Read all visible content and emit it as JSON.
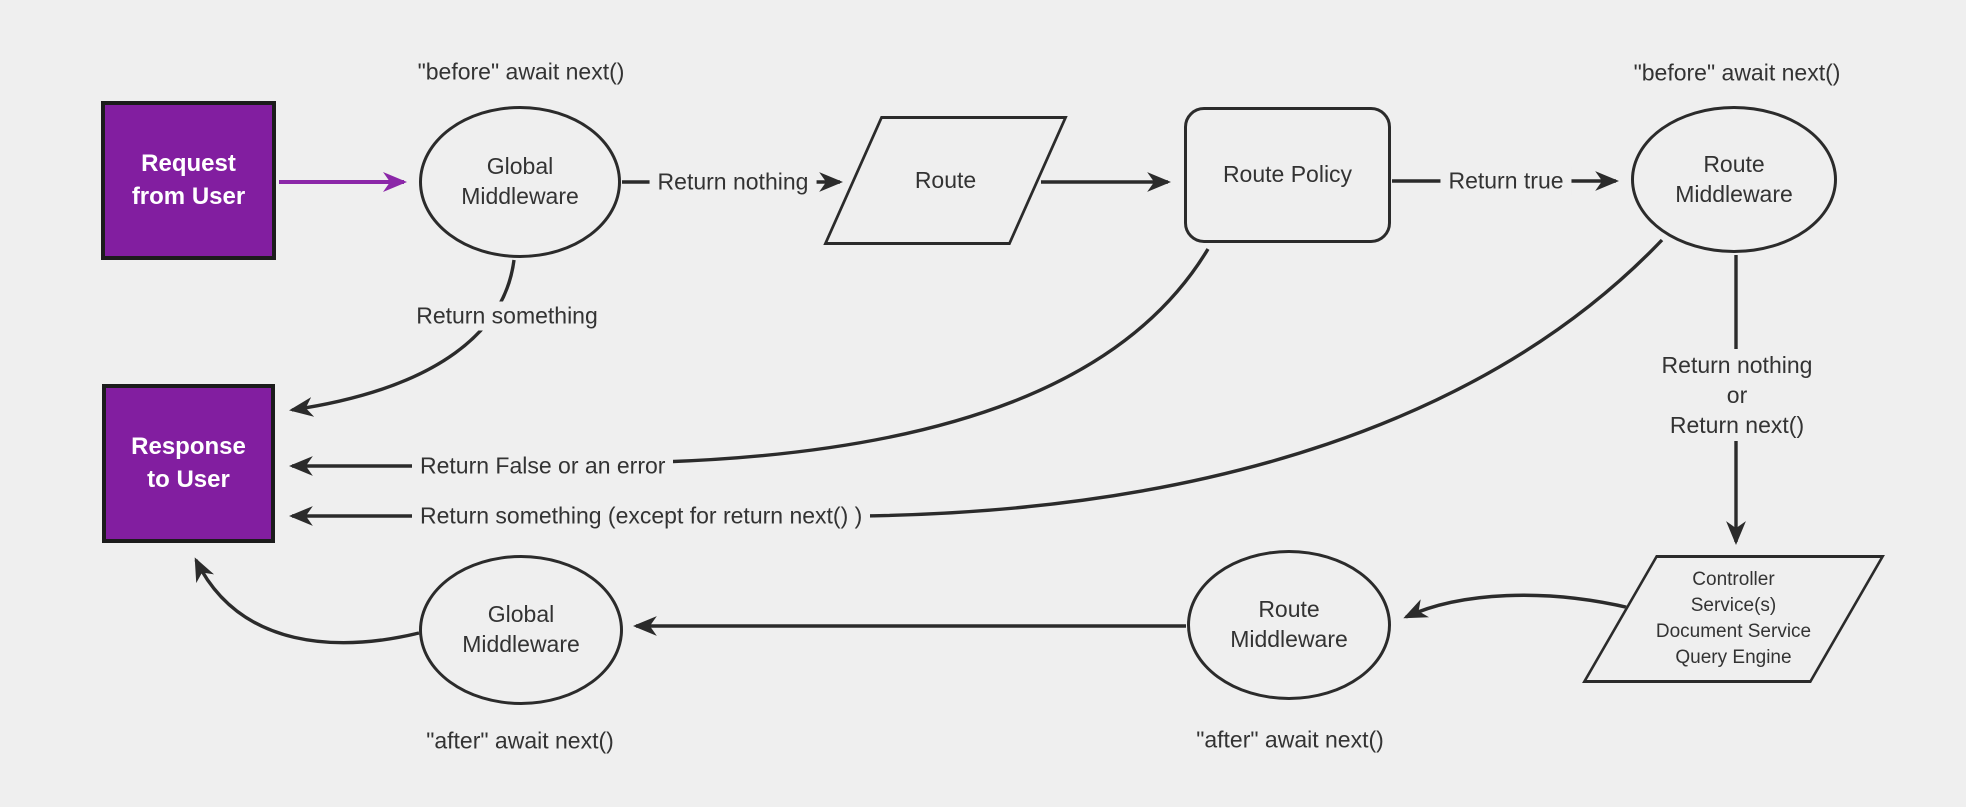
{
  "colors": {
    "background": "#efefef",
    "stroke": "#2b2b2b",
    "purple": "#8b27a8",
    "purple_fill": "#821ea0",
    "purple_border": "#1c1c1c",
    "node_text": "#333333",
    "box_text": "#ffffff"
  },
  "nodes": {
    "request_box": "Request from User",
    "global_middleware_top": "Global Middleware",
    "route": "Route",
    "route_policy": "Route Policy",
    "route_middleware_top": "Route Middleware",
    "response_box": "Response to User",
    "controller": "Controller\nService(s)\nDocument Service\nQuery Engine",
    "route_middleware_bottom": "Route Middleware",
    "global_middleware_bottom": "Global Middleware"
  },
  "edge_labels": {
    "before_await_left": "\"before\" await next()",
    "return_nothing": "Return nothing",
    "return_true": "Return true",
    "before_await_right": "\"before\" await next()",
    "return_something": "Return something",
    "return_false": "Return False or an error",
    "return_something_except": "Return something (except for return next() )",
    "return_nothing_or_next": "Return nothing\nor\nReturn next()",
    "after_await_left": "\"after\" await next()",
    "after_await_right": "\"after\" await next()"
  }
}
